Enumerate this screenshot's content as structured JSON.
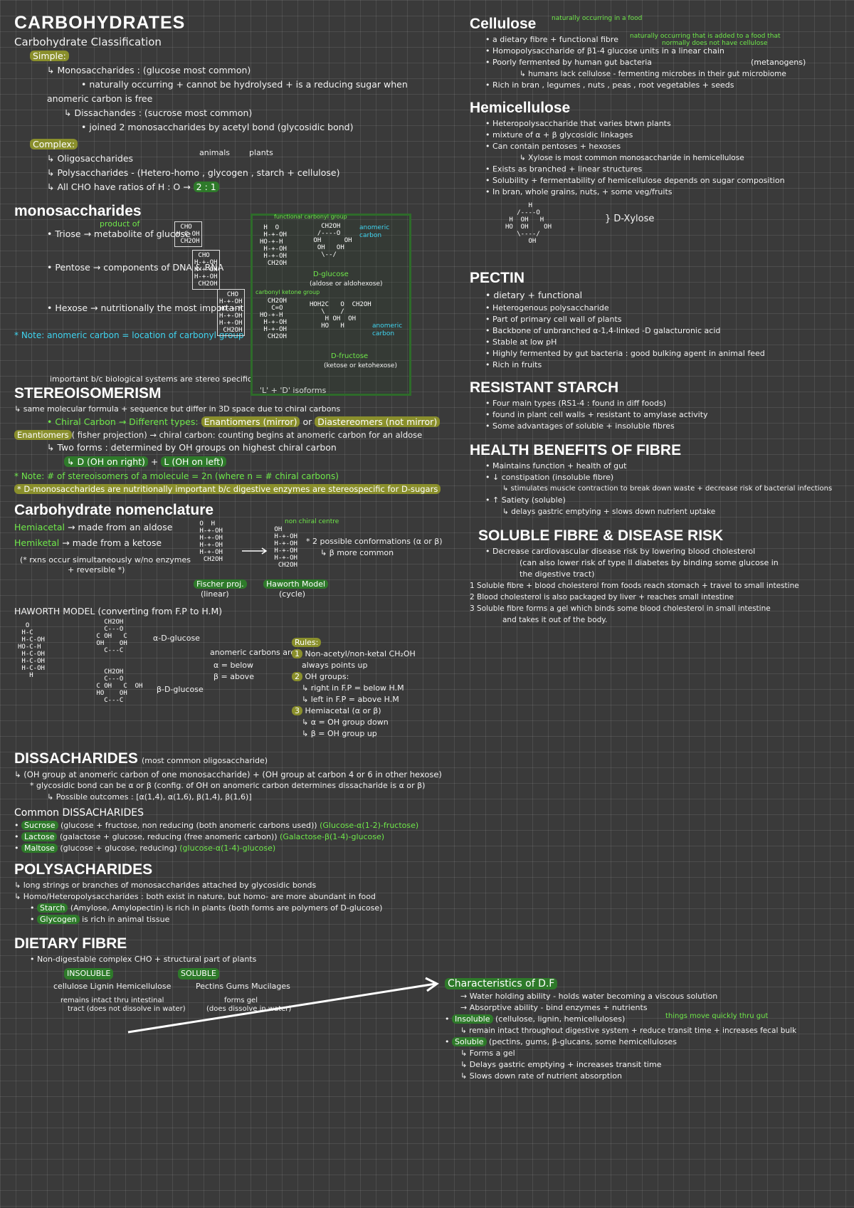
{
  "left": {
    "title": "CARBOHYDRATES",
    "classification": "Carbohydrate Classification",
    "simple_label": "Simple:",
    "simple_items": [
      "↳ Monosaccharides : (glucose most common)",
      "• naturally occurring + cannot be hydrolysed + is a reducing sugar when",
      "anomeric carbon is free",
      "↳ Dissachandes : (sucrose most common)",
      "• joined 2 monosaccharides by acetyl bond (glycosidic bond)"
    ],
    "complex_label": "Complex:",
    "complex_items": [
      "↳ Oligosaccharides",
      "↳ Polysaccharides - (Hetero-homo , glycogen , starch + cellulose)",
      "↳ All CHO have ratios of H : O →"
    ],
    "ratio": "2 : 1",
    "complex_annot_animals": "animals",
    "complex_annot_plants": "plants",
    "mono": {
      "title": "monosaccharides",
      "triose": "• Triose → metabolite of glucose",
      "triose_annot": "product of",
      "pentose": "• Pentose → components of DNA & RNA",
      "hexose": "• Hexose → nutritionally the most important",
      "note": "* Note: anomeric carbon = location of",
      "note2": "carbonyl group"
    },
    "box": {
      "functional": "functional carbonyl group",
      "anomeric1": "anomeric carbon",
      "glucose": "D-glucose",
      "glucose_sub": "(aldose or aldohexose)",
      "carbonyl_ketone": "carbonyl ketone group",
      "fructose": "D-fructose",
      "fructose_sub": "(ketose or ketohexose)",
      "anomeric2": "anomeric carbon"
    },
    "stereo": {
      "annot": "important b/c biological systems are stereo specific",
      "annot2": "'L' + 'D' isoforms",
      "title": "STEREOISOMERISM",
      "l1": "↳ same molecular formula + sequence but differ in 3D space due to chiral carbons",
      "l2_a": "• Chiral Carbon → Different types:",
      "l2_b": "Enantiomers (mirror)",
      "l2_c": "or",
      "l2_d": "Diastereomers (not mirror)",
      "l3_a": "Enantiomers",
      "l3_b": "( fisher projection) → chiral carbon: counting begins at anomeric carbon for an aldose",
      "l4": "↳ Two forms : determined by OH groups on highest chiral carbon",
      "l5_a": "↳ D (OH on right)",
      "l5_b": "+",
      "l5_c": "L (OH on left)",
      "l6": "* Note: # of stereoisomers of a molecule = 2n (where n = # chiral carbons)",
      "l7": "* D-monosaccharides are nutritionally important b/c digestive enzymes are stereospecific for D-sugars"
    },
    "nomen": {
      "title": "Carbohydrate nomenclature",
      "hemiacetal": "Hemiacetal",
      "hemiacetal_rest": "→ made from an aldose",
      "hemiketal": "Hemiketal",
      "hemiketal_rest": "→ made from a ketose",
      "rxns": "(* rxns occur simultaneously w/no enzymes",
      "rxns2": "+ reversible *)",
      "fisher": "Fischer proj.",
      "fisher_sub": "(linear)",
      "haworth": "Haworth Model",
      "haworth_sub": "(cycle)",
      "nonchiral": "non chiral centre",
      "conform": "* 2 possible conformations (α or β)",
      "conform2": "↳ β more common"
    },
    "haworth": {
      "title": "HAWORTH MODEL (converting from F.P to H.M)",
      "alpha": "α-D-glucose",
      "beta": "β-D-glucose",
      "anomeric": "anomeric carbons are:",
      "a_below": "α = below",
      "b_above": "β = above"
    },
    "rules": {
      "title": "Rules:",
      "r1": "Non-acetyl/non-ketal CH₂OH",
      "r1b": "always points up",
      "r2": "OH groups:",
      "r2a": "↳ right in F.P = below H.M",
      "r2b": "↳ left in F.P = above H.M",
      "r3": "Hemiacetal (α or β)",
      "r3a": "↳ α = OH group down",
      "r3b": "↳ β = OH group up",
      "n1": "1",
      "n2": "2",
      "n3": "3"
    },
    "dissach": {
      "title": "DISSACHARIDES",
      "title_sub": "(most common oligosaccharide)",
      "l1": "↳ (OH group at anomeric carbon of one monosaccharide) + (OH group at carbon 4 or 6 in other hexose)",
      "l2": "* glycosidic bond can be α or β (config. of OH on anomeric carbon determines dissacharide is α or β)",
      "l3": "↳ Possible outcomes : [α(1,4), α(1,6), β(1,4), β(1,6)]",
      "common_title": "Common DISSACHARIDES",
      "sucrose": "Sucrose",
      "sucrose_rest": "(glucose + fructose, non reducing (both anomeric carbons used))",
      "sucrose_g": "(Glucose-α(1-2)-fructose)",
      "lactose": "Lactose",
      "lactose_rest": "(galactose + glucose, reducing (free anomeric carbon))",
      "lactose_g": "(Galactose-β(1-4)-glucose)",
      "maltose": "Maltose",
      "maltose_rest": "(glucose + glucose, reducing)",
      "maltose_g": "(glucose-α(1-4)-glucose)"
    },
    "poly": {
      "title": "POLYSACHARIDES",
      "l1": "↳ long strings or branches of monosaccharides attached by glycosidic bonds",
      "l2": "↳ Homo/Heteropolysaccharides : both exist in nature, but homo- are more abundant in food",
      "starch": "Starch",
      "starch_rest": "(Amylose, Amylopectin) is rich in plants (both forms are polymers of D-glucose)",
      "glycogen": "Glycogen",
      "glycogen_rest": "is rich in animal tissue"
    },
    "fibre": {
      "title": "DIETARY FIBRE",
      "l1": "• Non-digestable complex CHO + structural part of plants",
      "insoluble": "INSOLUBLE",
      "soluble": "SOLUBLE",
      "ins_items": "cellulose  Lignin  Hemicellulose",
      "sol_items": "Pectins  Gums  Mucilages",
      "ins_note": "remains intact thru intestinal",
      "ins_note2": "tract (does not dissolve in water)",
      "sol_note": "forms gel",
      "sol_note2": "(does dissolve in water)"
    }
  },
  "right": {
    "cellulose": {
      "title": "Cellulose",
      "annot1": "naturally occurring in a food",
      "annot2": "naturally occurring that is added to a food that",
      "annot3": "normally does not have cellulose",
      "l1": "• a dietary fibre + functional fibre",
      "l2": "• Homopolysaccharide of β1-4 glucose units in a linear chain",
      "l3": "• Poorly fermented by human gut bacteria",
      "l3b": "(metanogens)",
      "l4": "↳ humans lack cellulose - fermenting microbes in their gut microbiome",
      "l5": "• Rich in bran , legumes , nuts , peas , root vegetables + seeds"
    },
    "hemi": {
      "title": "Hemicellulose",
      "l1": "• Heteropolysaccharide that varies btwn plants",
      "l2": "• mixture of α + β glycosidic linkages",
      "l3": "• Can contain pentoses + hexoses",
      "l4": "↳ Xylose is most common monosaccharide in hemicellulose",
      "l5": "• Exists as branched + linear structures",
      "l6": "• Solubility + fermentability of hemicellulose depends on sugar composition",
      "l7": "• In bran, whole grains, nuts, + some veg/fruits",
      "xylose": "D-Xylose"
    },
    "pectin": {
      "title": "PECTIN",
      "l1": "• dietary + functional",
      "l2": "• Heterogenous polysaccharide",
      "l3": "• Part of primary cell wall of plants",
      "l4": "• Backbone of unbranched α-1,4-linked -D galacturonic acid",
      "l5": "• Stable at low pH",
      "l6": "• Highly fermented by gut bacteria : good bulking agent in animal feed",
      "l7": "• Rich in fruits"
    },
    "resistant": {
      "title": "RESISTANT STARCH",
      "l1": "• Four main types (RS1-4 : found in diff foods)",
      "l2": "• found in plant cell walls + resistant to amylase activity",
      "l3": "• Some advantages of soluble + insoluble fibres"
    },
    "health": {
      "title": "HEALTH BENEFITS OF FIBRE",
      "l1": "• Maintains function + health of gut",
      "l2": "• ↓ constipation (insoluble fibre)",
      "l3": "↳ stimulates muscle contraction to break down waste + decrease risk of bacterial infections",
      "l4": "• ↑ Satiety (soluble)",
      "l5": "↳ delays gastric emptying + slows down nutrient uptake"
    },
    "disease": {
      "title": "SOLUBLE FIBRE & DISEASE RISK",
      "l1": "• Decrease cardiovascular disease risk by lowering blood cholesterol",
      "l2": "(can also lower risk of type II diabetes by binding some glucose in",
      "l3": "the digestive tract)",
      "s1": "Soluble fibre + blood cholesterol from foods reach stomach + travel to small intestine",
      "s2": "Blood cholesterol is also packaged by liver + reaches small intestine",
      "s3": "Soluble fibre forms a gel which binds some blood cholesterol in small intestine",
      "s3b": "and takes it out of the body.",
      "n1": "1",
      "n2": "2",
      "n3": "3"
    },
    "charac": {
      "title": "Characteristics of D.F",
      "l1": "→ Water holding ability - holds water becoming a viscous solution",
      "l2": "→ Absorptive ability - bind enzymes + nutrients",
      "insoluble": "Insoluble",
      "insoluble_rest": "(cellulose, lignin, hemicelluloses)",
      "annot": "things move quickly thru gut",
      "l3": "↳ remain intact throughout digestive system + reduce transit time + increases fecal bulk",
      "soluble": "Soluble",
      "soluble_rest": "(pectins, gums, β-glucans, some hemicelluloses",
      "l4": "↳ Forms a gel",
      "l5": "↳ Delays gastric emptying + increases transit time",
      "l6": "↳ Slows down rate of nutrient absorption"
    }
  }
}
